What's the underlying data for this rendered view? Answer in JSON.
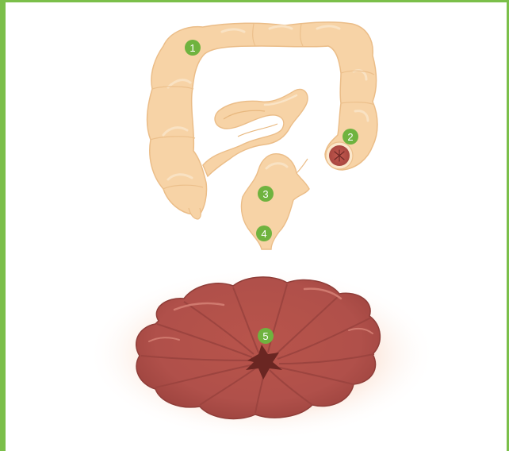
{
  "figure": {
    "markers": [
      {
        "id": "1",
        "label": "1"
      },
      {
        "id": "2",
        "label": "2"
      },
      {
        "id": "3",
        "label": "3"
      },
      {
        "id": "4",
        "label": "4"
      },
      {
        "id": "5",
        "label": "5"
      }
    ],
    "colors": {
      "frame": "#7bbf4a",
      "marker": "#6fb33f",
      "bowel": "#f7d5a9",
      "bowel_outline": "#e9b985",
      "stoma": "#b5524a",
      "stoma_glow": "#f6c4a8"
    }
  }
}
